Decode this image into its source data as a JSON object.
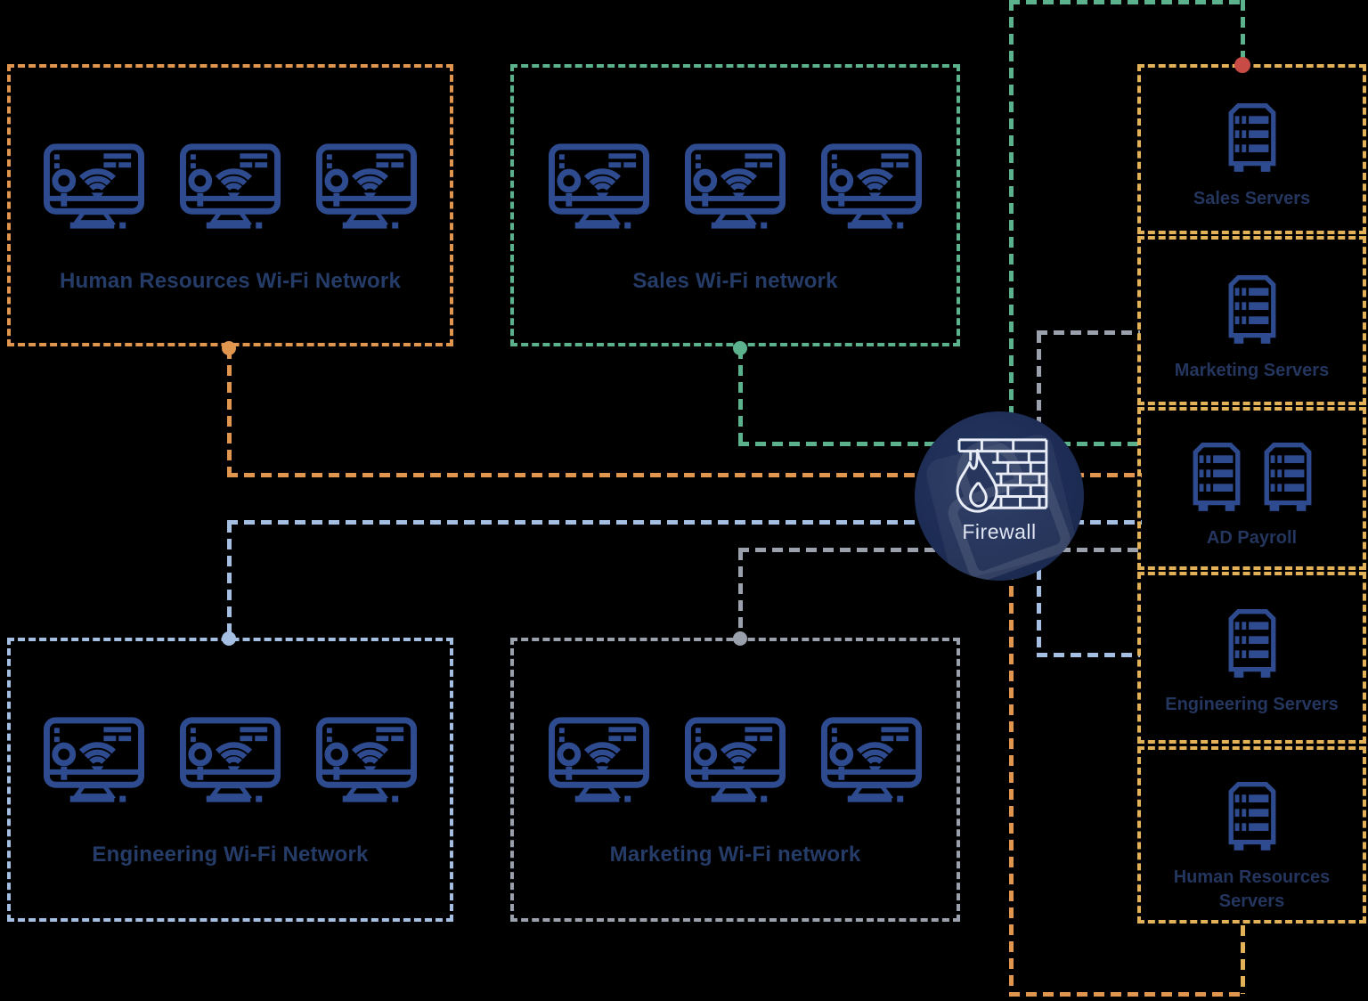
{
  "wifi_networks": [
    {
      "id": "hr",
      "label": "Human Resources Wi-Fi Network",
      "color": "#e0964f",
      "workstations": 3
    },
    {
      "id": "sales",
      "label": "Sales Wi-Fi network",
      "color": "#5bb28d",
      "workstations": 3
    },
    {
      "id": "engineering",
      "label": "Engineering Wi-Fi Network",
      "color": "#a5bfe3",
      "workstations": 3
    },
    {
      "id": "marketing",
      "label": "Marketing Wi-Fi network",
      "color": "#9aa1ac",
      "workstations": 3
    }
  ],
  "server_groups": [
    {
      "id": "sales-servers",
      "label": "Sales Servers",
      "server_icons": 1
    },
    {
      "id": "marketing-servers",
      "label": "Marketing Servers",
      "server_icons": 1
    },
    {
      "id": "ad-payroll",
      "label": "AD Payroll",
      "server_icons": 2
    },
    {
      "id": "engineering-servers",
      "label": "Engineering Servers",
      "server_icons": 1
    },
    {
      "id": "hr-servers",
      "label": "Human Resources Servers",
      "server_icons": 1
    }
  ],
  "firewall": {
    "label": "Firewall"
  },
  "colors": {
    "hr_orange": "#e0964f",
    "sales_green": "#5bb28d",
    "engineering_blue": "#a5bfe3",
    "marketing_gray": "#9aa1ac",
    "server_gold": "#e2b158",
    "endpoint_red": "#c94b45",
    "device_icon_blue": "#2e4b8f",
    "label_navy": "#263c68",
    "firewall_navy": "#1d2c55"
  }
}
